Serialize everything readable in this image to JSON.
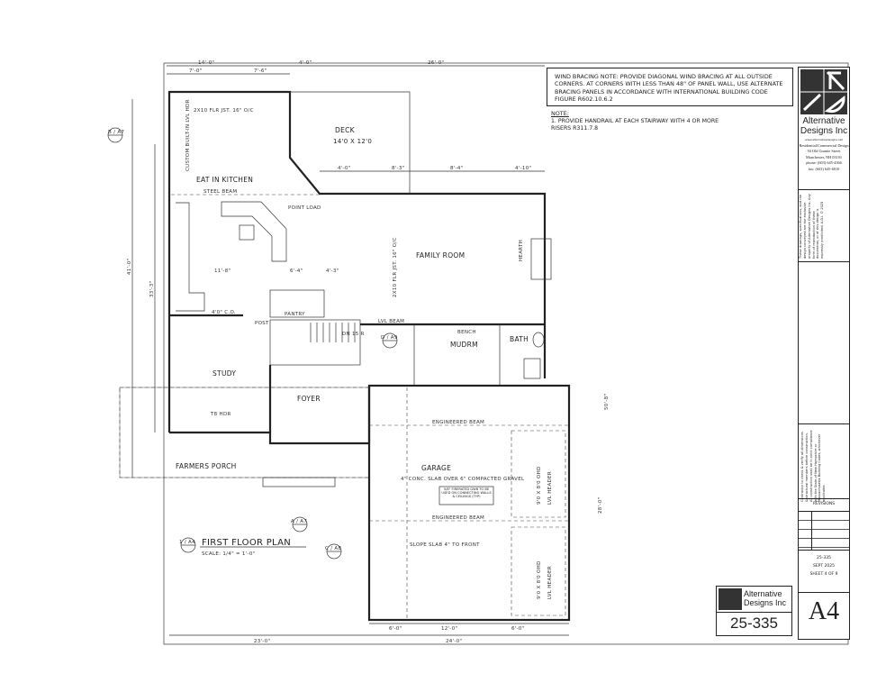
{
  "notes": {
    "wind_bracing": "WIND BRACING NOTE: PROVIDE DIAGONAL WIND BRACING AT ALL OUTSIDE CORNERS. AT CORNERS WITH LESS THAN 48\" OF PANEL WALL, USE ALTERNATE BRACING PANELS IN ACCORDANCE WITH INTERNATIONAL BUILDING CODE FIGURE R602.10.6.2",
    "note_title": "NOTE:",
    "note_1": "1. PROVIDE HANDRAIL AT EACH STAIRWAY WITH 4 OR MORE RISERS R311.7.8"
  },
  "title_block": {
    "company_line1": "Alternative",
    "company_line2": "Designs Inc",
    "website": "www.alternativedesigns.net",
    "service": "Residential/Commercial Design",
    "address1": "94 Old Granite Street",
    "address2": "Manchester, NH 03101",
    "phone": "phone: (603) 645-4366",
    "fax": "fax: (603) 645-6010",
    "copyright": "These drawings, specifications, and the design conveyed are the exclusive property of Alternative Designs Inc. Any form of reproduction of these documents, or of this design is expressly prohibited. A.D.I. © 2025",
    "contractor_note": "Contractor to check & verify all dimensions & structural members before construction. All construction shall be in strict compliance with the State of New Hampshire or Massachusetts Building Codes, whichever applicable.",
    "revisions": "REVISIONS",
    "job_no": "25-335",
    "date": "SEPT 2025",
    "sheet": "SHEET 4 OF 9",
    "sheet_id": "A4",
    "stamp_job": "25-335"
  },
  "plan": {
    "title": "FIRST FLOOR PLAN",
    "scale": "SCALE: 1/4\" = 1'-0\"",
    "rooms": {
      "kitchen": "EAT IN KITCHEN",
      "family": "FAMILY ROOM",
      "deck": "DECK",
      "deck_size": "14'0 X 12'0",
      "study": "STUDY",
      "foyer": "FOYER",
      "garage": "GARAGE",
      "mudroom": "MUDRM",
      "bath": "BATH",
      "pantry": "PANTRY",
      "porch": "FARMERS PORCH",
      "bench": "BENCH",
      "hearth": "HEARTH"
    },
    "annotations": {
      "steel_beam": "STEEL BEAM",
      "point_load": "POINT LOAD",
      "lvl_beam": "LVL BEAM",
      "joist_kitchen": "2X10 FLR JST. 16\" O/C",
      "joist_family": "2X10 FLR JST. 16\" O/C",
      "garage_slab": "4\" CONC. SLAB OVER 6\" COMPACTED GRAVEL",
      "firerated": "5/8\" FIRERATED GWB TO BE USED ON CONNECTING WALLS & CEILINGS (TYP)",
      "engineered_beam": "ENGINEERED BEAM",
      "slope_slab": "SLOPE SLAB 4\" TO FRONT",
      "garage_door": "9'0 X 8'0 OHD",
      "lvl_header": "LVL HEADER",
      "custom_builtin": "CUSTOM BUILT-IN LVL HDR",
      "opening": "4'0\" C.O.",
      "post": "POST",
      "t8_hdr": "T8 HDR",
      "stair": "DN 15 R"
    },
    "dimensions": {
      "top_14": "14'-0\"",
      "top_4": "4'-0\"",
      "top_26": "26'-0\"",
      "top_7": "7'-0\"",
      "top_76": "7'-6\"",
      "deck_40": "4'-0\"",
      "deck_83": "8'-3\"",
      "fr_84": "8'-4\"",
      "fr_410": "4'-10\"",
      "left_41": "41'-0\"",
      "left_333": "33'-3\"",
      "k_118": "11'-8\"",
      "k_64": "6'-4\"",
      "k_43": "4'-3\"",
      "bot_23": "23'-0\"",
      "bot_24": "24'-0\"",
      "g_6a": "6'-0\"",
      "g_12": "12'-0\"",
      "g_6b": "6'-0\"",
      "right_28": "28'-0\"",
      "right_50": "50'-8\""
    },
    "section_markers": [
      "B / A7",
      "A / A7",
      "C / A8",
      "D / A9",
      "1 / A4"
    ]
  }
}
